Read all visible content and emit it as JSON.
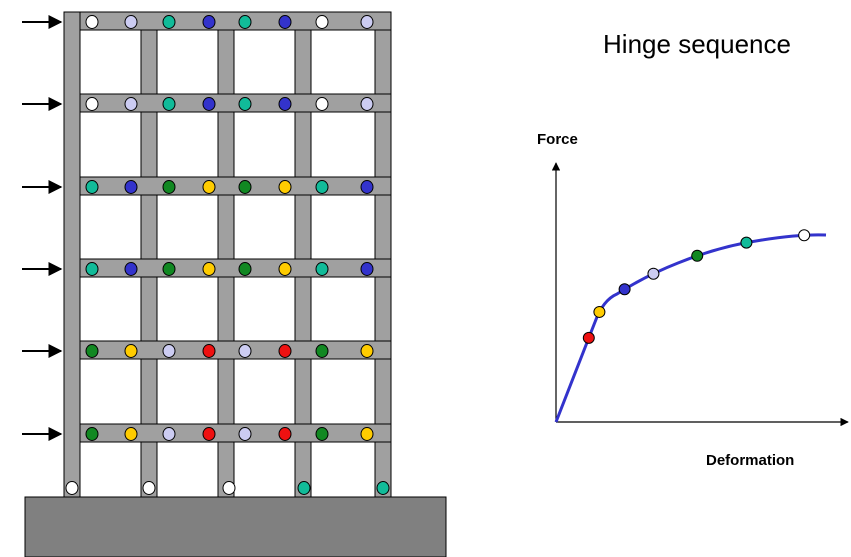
{
  "title": "Hinge sequence",
  "graph": {
    "y_label": "Force",
    "x_label": "Deformation",
    "curve_color": "#3333cc",
    "hinge_points": [
      {
        "color": "red"
      },
      {
        "color": "yellow"
      },
      {
        "color": "blue"
      },
      {
        "color": "lavender"
      },
      {
        "color": "green"
      },
      {
        "color": "teal"
      },
      {
        "color": "white"
      }
    ]
  },
  "colors": {
    "red": "#ee1111",
    "yellow": "#ffcc00",
    "blue": "#3333cc",
    "lavender": "#ccccf2",
    "green": "#118822",
    "teal": "#11bb99",
    "white": "#ffffff",
    "frame": "#a0a0a0",
    "base": "#808080"
  },
  "frame": {
    "lateral_load_arrows": 6,
    "floors": [
      {
        "hinges": [
          "white",
          "lavender",
          "teal",
          "blue",
          "teal",
          "blue",
          "white",
          "lavender"
        ]
      },
      {
        "hinges": [
          "white",
          "lavender",
          "teal",
          "blue",
          "teal",
          "blue",
          "white",
          "lavender"
        ]
      },
      {
        "hinges": [
          "teal",
          "blue",
          "green",
          "yellow",
          "green",
          "yellow",
          "teal",
          "blue"
        ]
      },
      {
        "hinges": [
          "teal",
          "blue",
          "green",
          "yellow",
          "green",
          "yellow",
          "teal",
          "blue"
        ]
      },
      {
        "hinges": [
          "green",
          "yellow",
          "lavender",
          "red",
          "lavender",
          "red",
          "green",
          "yellow"
        ]
      },
      {
        "hinges": [
          "green",
          "yellow",
          "lavender",
          "red",
          "lavender",
          "red",
          "green",
          "yellow"
        ]
      }
    ],
    "column_base_hinges": [
      "white",
      "white",
      "white",
      "teal",
      "teal"
    ]
  }
}
